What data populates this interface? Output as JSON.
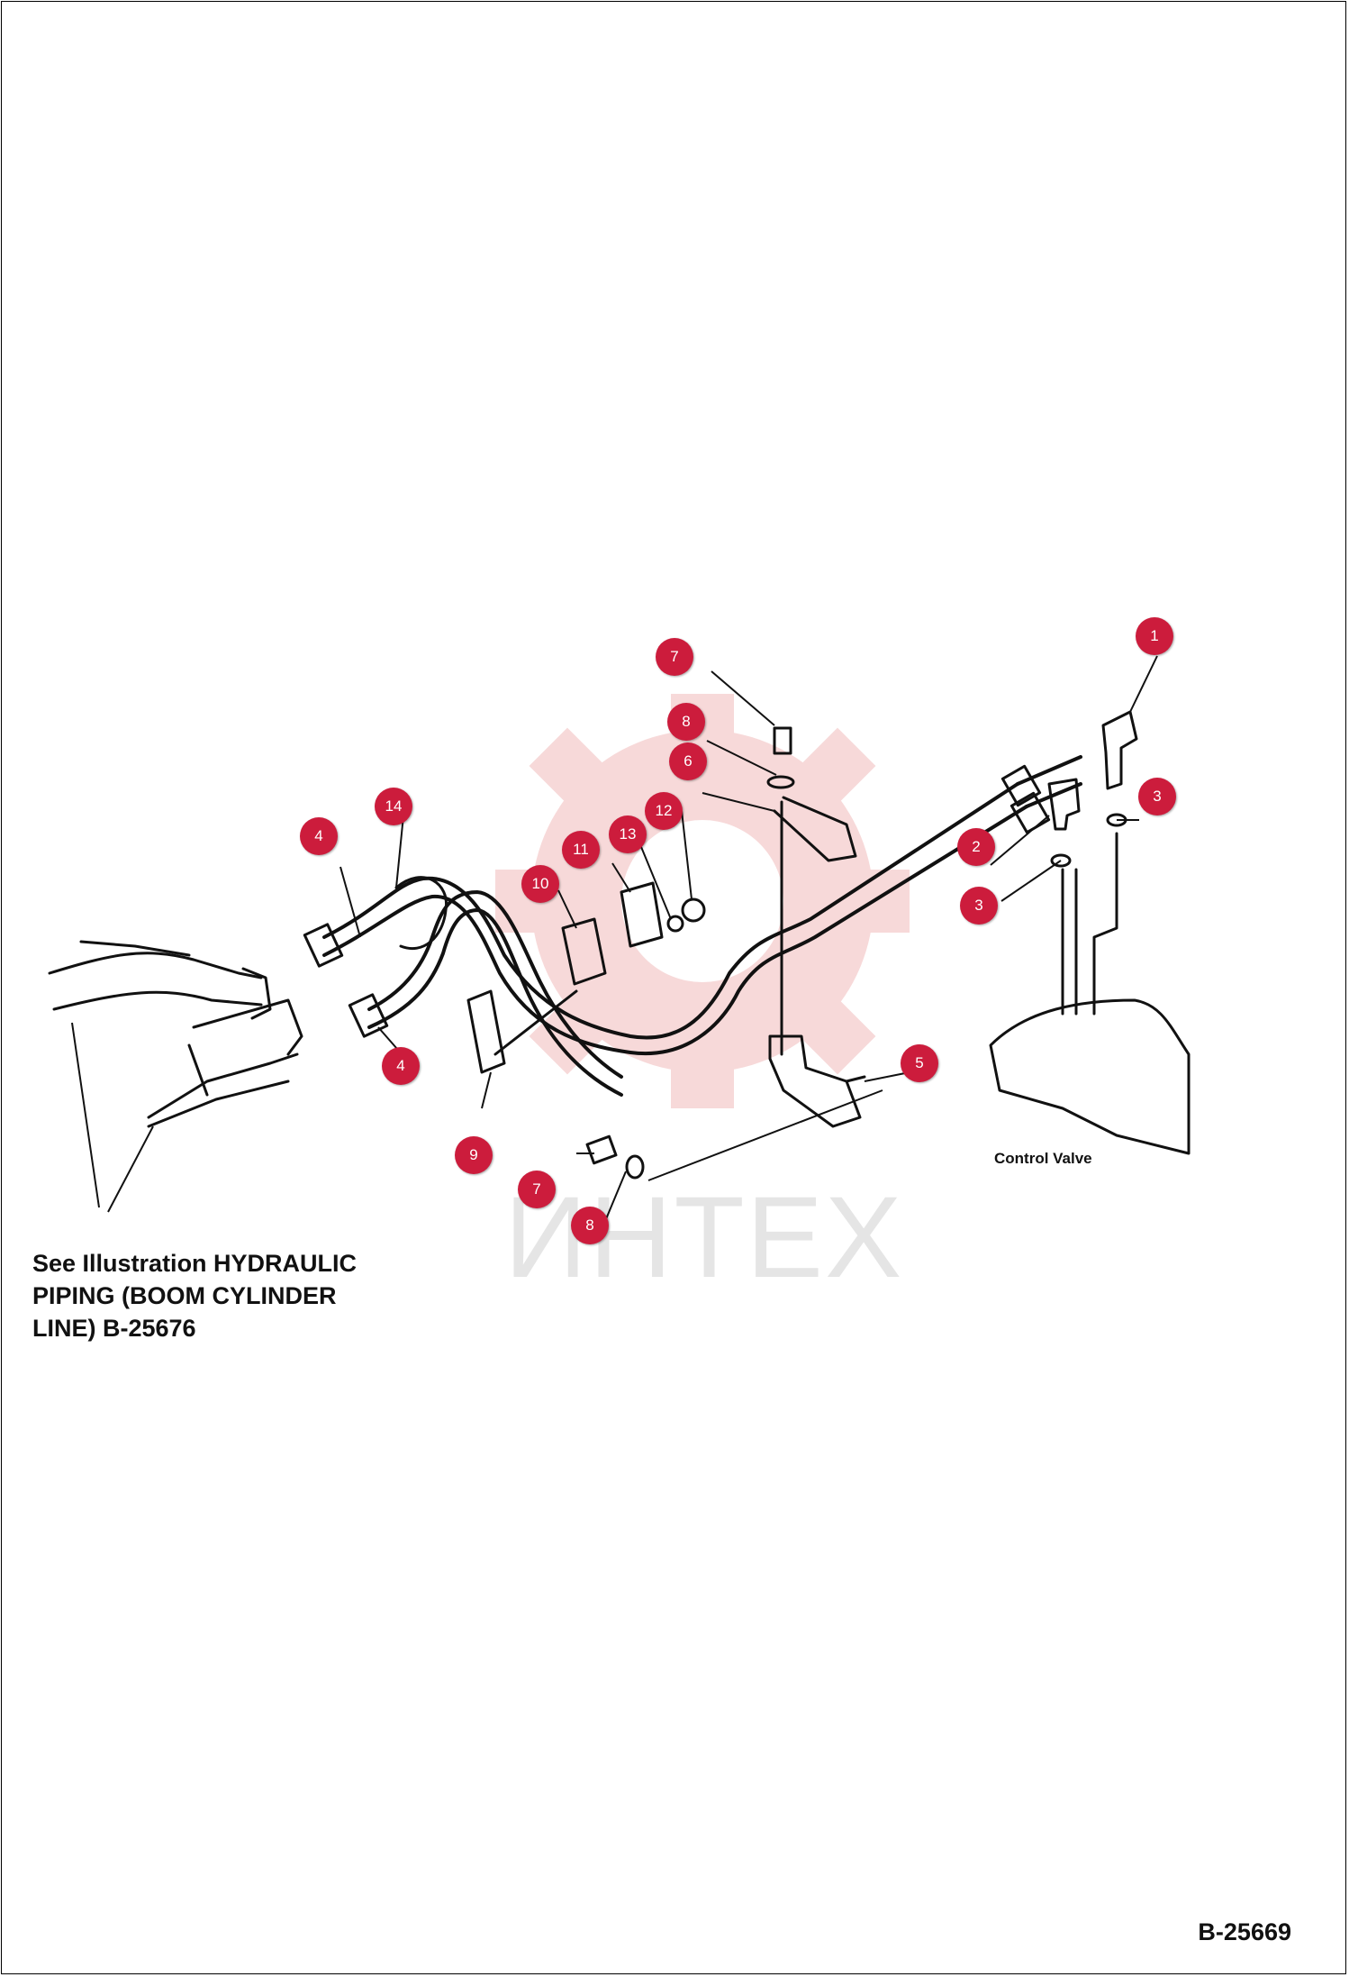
{
  "diagram": {
    "drawing_id": "B-25669",
    "control_valve_label": "Control Valve",
    "watermark_text": "ИНТЕХ",
    "reference_note": [
      "See Illustration HYDRAULIC",
      "PIPING (BOOM CYLINDER",
      "LINE) B-25676"
    ],
    "callouts": [
      "1",
      "2",
      "3",
      "3",
      "4",
      "4",
      "5",
      "6",
      "7",
      "7",
      "8",
      "8",
      "9",
      "10",
      "11",
      "12",
      "13",
      "14"
    ],
    "colors": {
      "callout": "#cc1c3c",
      "line_art": "#111111",
      "watermark": "#f3c3c3"
    }
  }
}
